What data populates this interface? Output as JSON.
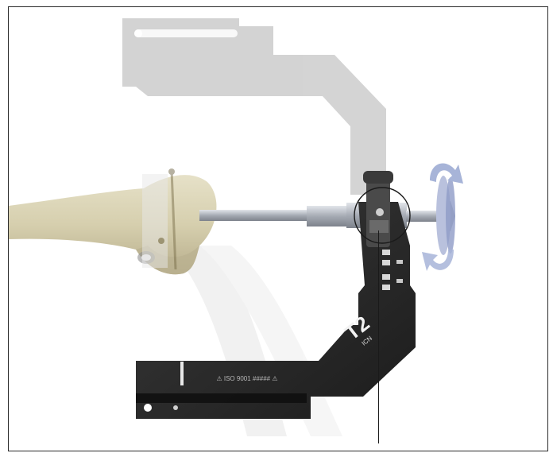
{
  "figure": {
    "brand_logo_text": "T2",
    "brand_logo_subtext": "ICN",
    "handle_engraving": "⚠ ISO 9001 ##### ⚠",
    "colors": {
      "bone": "#d9d3b6",
      "bone_shadow": "#b9b090",
      "ghost_arm": "#cfcfcf",
      "target_arm": "#2b2b2b",
      "rod": "#b8bcc4",
      "rotation_arrow": "#9aa8cf",
      "callout": "#1a1a1a"
    },
    "icons": [
      "rotation-arrow-icon",
      "callout-circle-icon"
    ]
  }
}
